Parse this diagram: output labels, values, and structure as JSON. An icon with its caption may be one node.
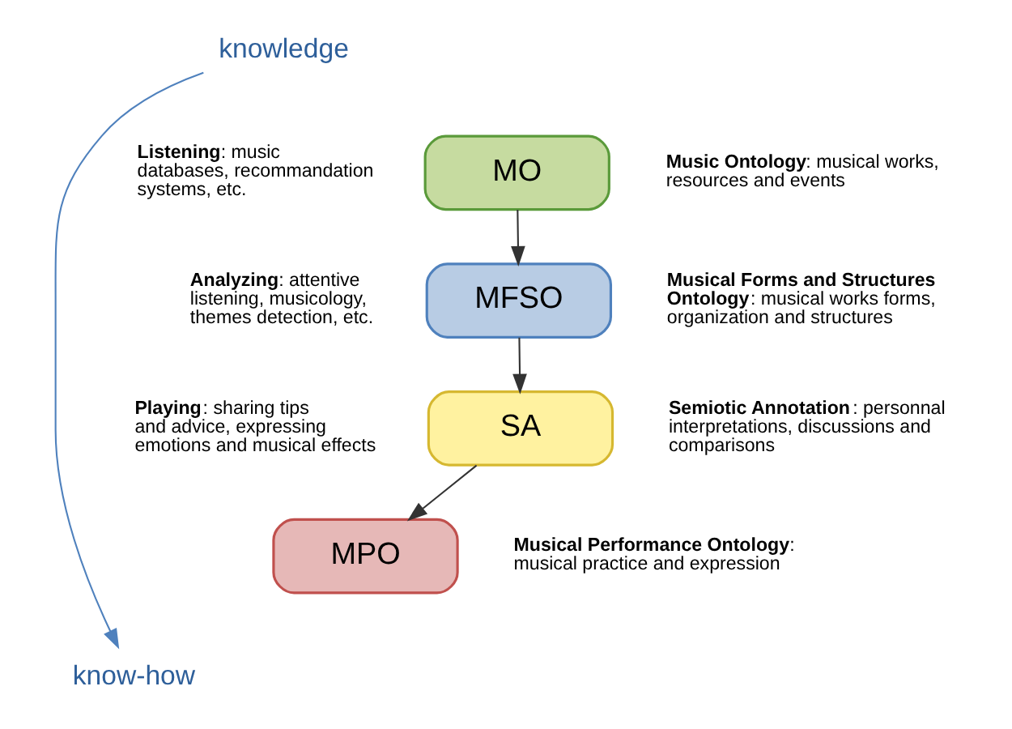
{
  "diagram": {
    "nodes": [
      {
        "text": [
          "knowledge"
        ]
      },
      {
        "text": [
          "MO"
        ],
        "beside": [
          "**Music Ontology**: musical works, resources and events"
        ]
      },
      {
        "text": [
          "MFSO"
        ],
        "beside": [
          "**Musical Forms and Structures Ontology**: musical works forms, organization and structures"
        ]
      },
      {
        "text": [
          "SA"
        ],
        "beside": [
          "**Semiotic Annotation**: personnal interpretations, discussions and comparisons"
        ]
      },
      {
        "text": [
          "MPO"
        ],
        "beside": [
          "**Musical Performance Ontology**: musical practice and expression"
        ]
      },
      {
        "text": [
          "know-how"
        ]
      }
    ],
    "edges": [
      {
        "from": 1,
        "to": 2,
        "arrow": "to"
      },
      {
        "from": 2,
        "to": 3,
        "arrow": "to"
      },
      {
        "from": 3,
        "to": 4,
        "arrow": "to"
      },
      {
        "from": 0,
        "to": 5,
        "arrow": "to",
        "color": "#4f81bd"
      }
    ],
    "labels": [
      "**Listening**: music databases, recommandation systems, etc.",
      "**Analyzing**: attentive listening, musicology, themes detection, etc.",
      "**Playing**: sharing tips and advice, expressing emotions and musical effects"
    ]
  }
}
